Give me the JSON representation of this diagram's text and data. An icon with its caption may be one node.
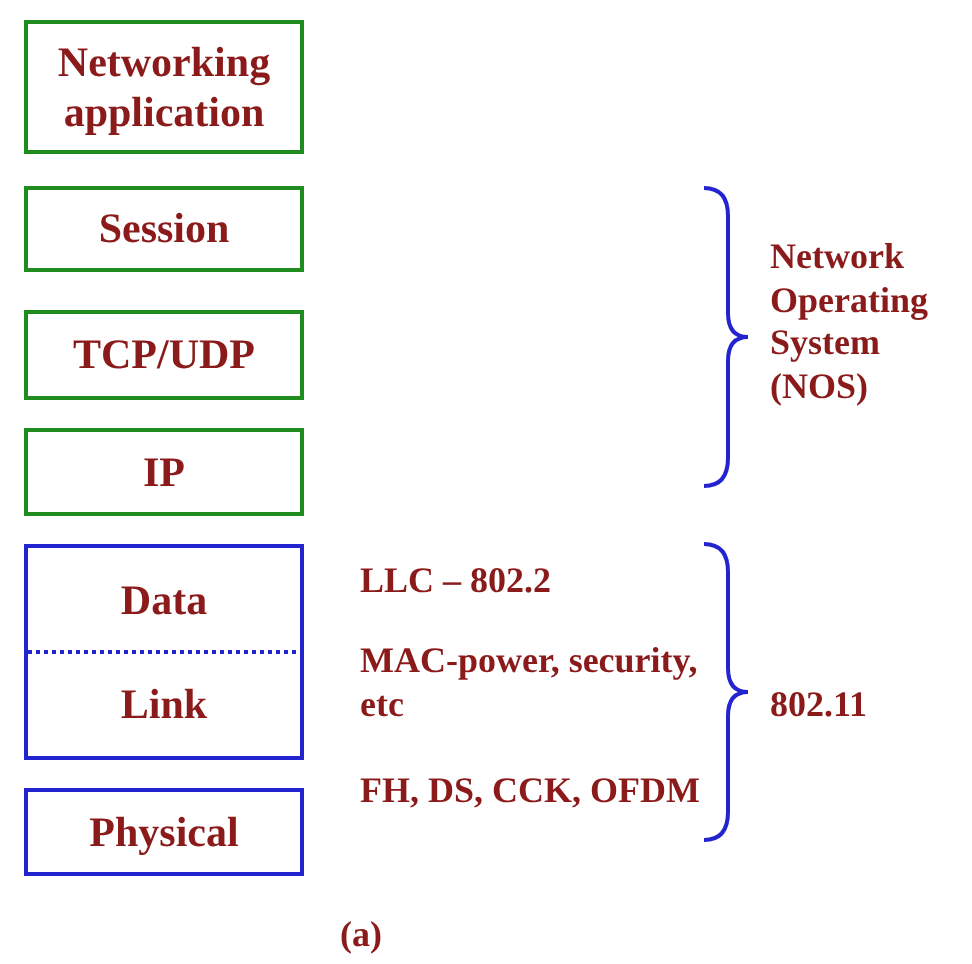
{
  "diagram": {
    "caption": "(a)",
    "nodes": [
      {
        "text": [
          "Networking application"
        ]
      },
      {
        "text": [
          "Session"
        ]
      },
      {
        "text": [
          "TCP/UDP"
        ]
      },
      {
        "text": [
          "IP"
        ]
      },
      {
        "text": [
          "Data",
          "Link"
        ]
      },
      {
        "text": [
          "Physical"
        ]
      }
    ],
    "labels": [
      "Network Operating System (NOS)",
      "LLC – 802.2",
      "MAC-power, security, etc",
      "802.11",
      "FH, DS, CCK, OFDM"
    ]
  }
}
